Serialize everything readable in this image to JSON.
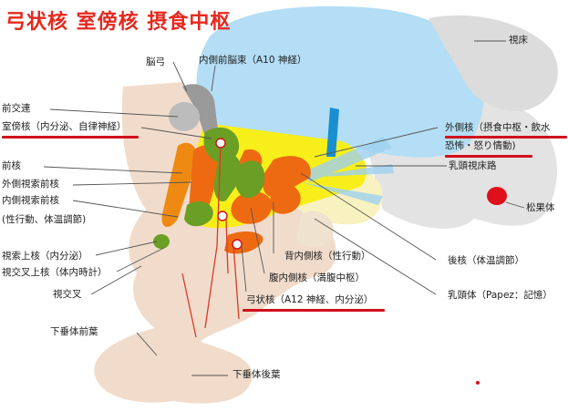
{
  "title": "弓状核  室傍核  摂食中枢",
  "labels": {
    "thalamus": "視床",
    "fornix": "脳弓",
    "mfb": "内側前脳束（A10 神経）",
    "anterior_commissure": "前交連",
    "paraventricular": "室傍核（内分泌、自律神経）",
    "anterior_nucleus": "前核",
    "lateral_preoptic": "外側視索前核",
    "medial_preoptic": "内側視索前核",
    "medial_preoptic_func": "(性行動、体温調節)",
    "lateral_nucleus": "外側核（摂食中枢・飲水",
    "lateral_nucleus_2": "恐怖・怒り情動)",
    "mammillothalamic": "乳頭視床路",
    "pineal": "松果体",
    "supraoptic": "視索上核（内分泌）",
    "suprachiasmatic": "視交叉上核（体内時計）",
    "optic_chiasm": "視交叉",
    "dorsomedial": "背内側核（性行動）",
    "ventromedial": "腹内側核（満腹中枢）",
    "arcuate": "弓状核（A12 神経、内分泌）",
    "posterior": "後核（体温調節）",
    "mammillary": "乳頭体（Papez：記憶）",
    "anterior_pituitary": "下垂体前葉",
    "posterior_pituitary": "下垂体後葉"
  },
  "colors": {
    "title": "#e6281e",
    "highlight_underline": "#d0101c",
    "thalamus_blue": "#b3def5",
    "hypothalamus_yellow": "#f8ef1a",
    "nucleus_orange": "#ee6a12",
    "nucleus_green": "#6b9e24",
    "pituitary_beige": "#f1dccb",
    "pineal_red": "#e0101a"
  }
}
